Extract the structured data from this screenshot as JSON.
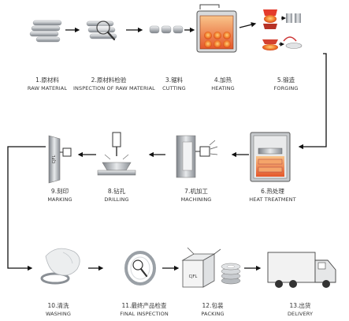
{
  "steps": [
    {
      "cn": "1.原材料",
      "en": "RAW MATERIAL"
    },
    {
      "cn": "2.原材料检验",
      "en": "INSPECTION OF RAW MATERIAL"
    },
    {
      "cn": "3.锯料",
      "en": "CUTTING"
    },
    {
      "cn": "4.加热",
      "en": "HEATING"
    },
    {
      "cn": "5.锻造",
      "en": "FORGING"
    },
    {
      "cn": "6.热处理",
      "en": "HEAT TREATMENT"
    },
    {
      "cn": "7.机加工",
      "en": "MACHINING"
    },
    {
      "cn": "8.钻孔",
      "en": "DRILLING"
    },
    {
      "cn": "9.刻印",
      "en": "MARKING"
    },
    {
      "cn": "10.清洗",
      "en": "WASHING"
    },
    {
      "cn": "11.最终产品检查",
      "en": "FINAL INSPECTION"
    },
    {
      "cn": "12.包装",
      "en": "PACKING"
    },
    {
      "cn": "13.出货",
      "en": "DELIVERY"
    }
  ],
  "marks": {
    "marking_text": "CJFL",
    "box_text": "CJFL"
  },
  "colors": {
    "arrow": "#111111",
    "hot": "#e8502a",
    "metal": "#9aa0a6",
    "label": "#333333"
  }
}
